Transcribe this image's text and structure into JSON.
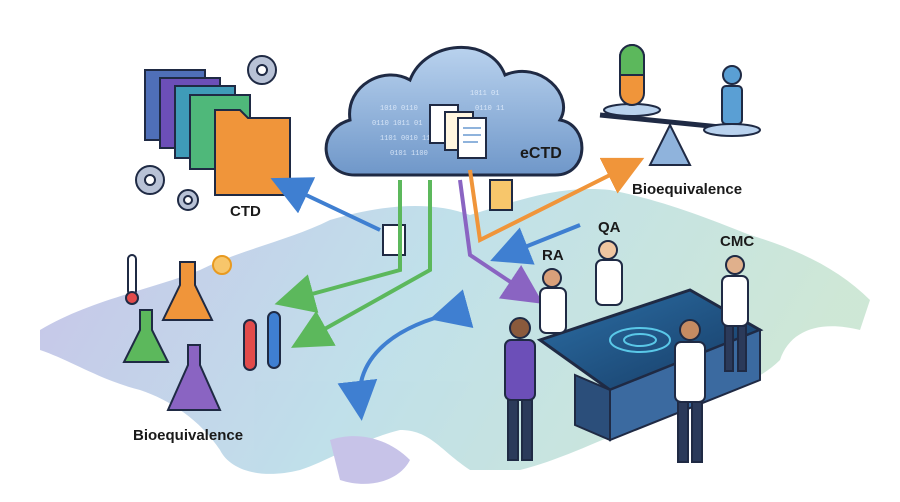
{
  "labels": {
    "ctd": "CTD",
    "ectd": "eCTD",
    "bioequivalence_top": "Bioequivalence",
    "bioequivalence_bottom": "Bioequivalence",
    "qa": "QA",
    "ra": "RA",
    "cmc": "CMC"
  },
  "colors": {
    "outline": "#1f2a44",
    "cloud": "#8fb3dc",
    "map_left": "#9a93d6",
    "map_mid": "#8dc7d9",
    "map_right": "#a6d4b5",
    "arrow_blue": "#3f7fd1",
    "arrow_green": "#5cb85c",
    "arrow_orange": "#f0953a",
    "arrow_purple": "#8a64c2",
    "table_glow": "#5ac8e8"
  },
  "icons": [
    "folder-icon",
    "gear-icon",
    "cloud-icon",
    "document-icon",
    "scale-icon",
    "capsule-icon",
    "person-icon",
    "flask-icon",
    "thermometer-icon",
    "sun-icon",
    "test-tube-icon",
    "touch-table-icon"
  ]
}
